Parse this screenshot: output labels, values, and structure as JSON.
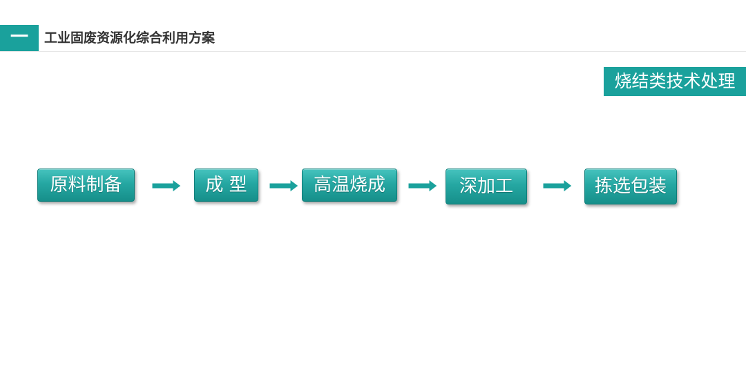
{
  "header": {
    "badge": "一",
    "title": "工业固废资源化综合利用方案"
  },
  "subtitle": "烧结类技术处理",
  "flow": {
    "steps": [
      "原料制备",
      "成 型",
      "高温烧成",
      "深加工",
      "拣选包装"
    ]
  },
  "colors": {
    "accent": "#1aa19c",
    "step_fill": "#25a7a2",
    "text_dark": "#333333"
  }
}
